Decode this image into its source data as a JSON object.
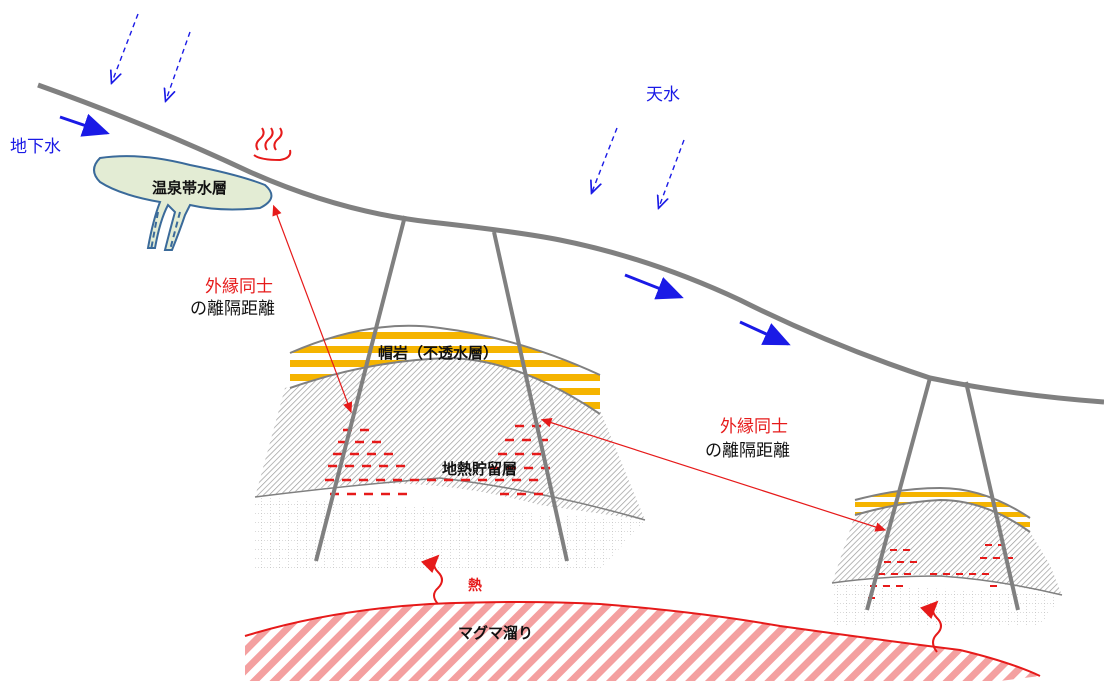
{
  "labels": {
    "groundwater": "地下水",
    "rainwater": "天水",
    "hot_spring_aquifer": "温泉帯水層",
    "cap_rock": "帽岩（不透水層）",
    "geothermal_reservoir": "地熱貯留層",
    "heat": "熱",
    "magma_chamber": "マグマ溜り",
    "distance_a_line1": "外縁同士",
    "distance_a_line2": "の離隔距離",
    "distance_b_line1": "外縁同士",
    "distance_b_line2": "の離隔距離",
    "hot_spring_symbol": "♨"
  },
  "colors": {
    "ground_line": "#808080",
    "water_arrow": "#1a1ae6",
    "distance_red": "#e61a1a",
    "cap_rock_yellow": "#f5b400",
    "aquifer_fill": "#e3ecd4",
    "aquifer_stroke": "#3a6a9a",
    "magma_hatch": "#f4a0a0"
  }
}
